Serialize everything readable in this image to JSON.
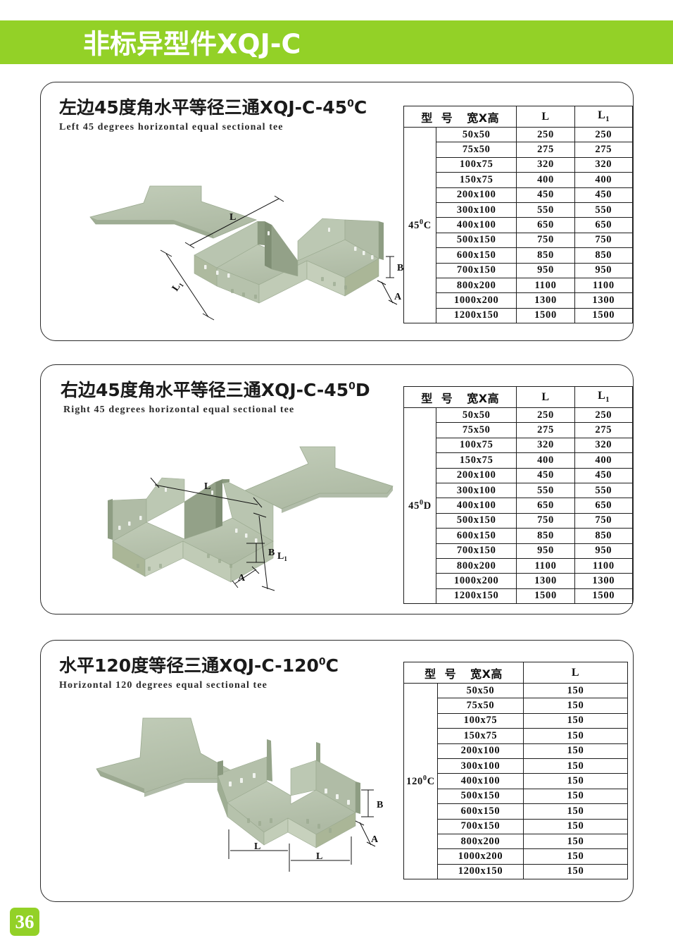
{
  "header": {
    "title": "非标异型件XQJ-C",
    "accent_color": "#93d127"
  },
  "page": {
    "number": "36",
    "badge_color": "#93d127",
    "product_color": "#b8c5b0"
  },
  "sections": [
    {
      "id": "left-45",
      "title_cn_main": "左边45度角水平等径三通XQJ-C-45",
      "title_cn_sup": "0",
      "title_cn_tail": "C",
      "title_en": "Left 45 degrees horizontal equal sectional tee",
      "figure_labels": {
        "L": "L",
        "L1": "L",
        "L1_sub": "1",
        "A": "A",
        "B": "B"
      },
      "table": {
        "headers": {
          "model": "型",
          "model2": "号",
          "size": "宽X高",
          "l": "L",
          "l1": "L",
          "l1_sub": "1"
        },
        "angle_main": "45",
        "angle_sup": "0",
        "angle_tail": "C",
        "rows": [
          {
            "size": "50x50",
            "l": "250",
            "l1": "250"
          },
          {
            "size": "75x50",
            "l": "275",
            "l1": "275"
          },
          {
            "size": "100x75",
            "l": "320",
            "l1": "320"
          },
          {
            "size": "150x75",
            "l": "400",
            "l1": "400"
          },
          {
            "size": "200x100",
            "l": "450",
            "l1": "450"
          },
          {
            "size": "300x100",
            "l": "550",
            "l1": "550"
          },
          {
            "size": "400x100",
            "l": "650",
            "l1": "650"
          },
          {
            "size": "500x150",
            "l": "750",
            "l1": "750"
          },
          {
            "size": "600x150",
            "l": "850",
            "l1": "850"
          },
          {
            "size": "700x150",
            "l": "950",
            "l1": "950"
          },
          {
            "size": "800x200",
            "l": "1100",
            "l1": "1100"
          },
          {
            "size": "1000x200",
            "l": "1300",
            "l1": "1300"
          },
          {
            "size": "1200x150",
            "l": "1500",
            "l1": "1500"
          }
        ]
      }
    },
    {
      "id": "right-45",
      "title_cn_main": "右边45度角水平等径三通XQJ-C-45",
      "title_cn_sup": "0",
      "title_cn_tail": "D",
      "title_en": "Right 45 degrees horizontal equal sectional tee",
      "figure_labels": {
        "L": "L",
        "L1": "L",
        "L1_sub": "1",
        "A": "A",
        "B": "B"
      },
      "table": {
        "headers": {
          "model": "型",
          "model2": "号",
          "size": "宽X高",
          "l": "L",
          "l1": "L",
          "l1_sub": "1"
        },
        "angle_main": "45",
        "angle_sup": "0",
        "angle_tail": "D",
        "rows": [
          {
            "size": "50x50",
            "l": "250",
            "l1": "250"
          },
          {
            "size": "75x50",
            "l": "275",
            "l1": "275"
          },
          {
            "size": "100x75",
            "l": "320",
            "l1": "320"
          },
          {
            "size": "150x75",
            "l": "400",
            "l1": "400"
          },
          {
            "size": "200x100",
            "l": "450",
            "l1": "450"
          },
          {
            "size": "300x100",
            "l": "550",
            "l1": "550"
          },
          {
            "size": "400x100",
            "l": "650",
            "l1": "650"
          },
          {
            "size": "500x150",
            "l": "750",
            "l1": "750"
          },
          {
            "size": "600x150",
            "l": "850",
            "l1": "850"
          },
          {
            "size": "700x150",
            "l": "950",
            "l1": "950"
          },
          {
            "size": "800x200",
            "l": "1100",
            "l1": "1100"
          },
          {
            "size": "1000x200",
            "l": "1300",
            "l1": "1300"
          },
          {
            "size": "1200x150",
            "l": "1500",
            "l1": "1500"
          }
        ]
      }
    },
    {
      "id": "horizontal-120",
      "title_cn_main": "水平120度等径三通XQJ-C-120",
      "title_cn_sup": "0",
      "title_cn_tail": "C",
      "title_en": "Horizontal 120 degrees equal sectional tee",
      "figure_labels": {
        "L_left": "L",
        "L_right": "L",
        "A": "A",
        "B": "B"
      },
      "table": {
        "headers": {
          "model": "型",
          "model2": "号",
          "size": "宽X高",
          "l": "L"
        },
        "angle_main": "120",
        "angle_sup": "0",
        "angle_tail": "C",
        "rows": [
          {
            "size": "50x50",
            "l": "150"
          },
          {
            "size": "75x50",
            "l": "150"
          },
          {
            "size": "100x75",
            "l": "150"
          },
          {
            "size": "150x75",
            "l": "150"
          },
          {
            "size": "200x100",
            "l": "150"
          },
          {
            "size": "300x100",
            "l": "150"
          },
          {
            "size": "400x100",
            "l": "150"
          },
          {
            "size": "500x150",
            "l": "150"
          },
          {
            "size": "600x150",
            "l": "150"
          },
          {
            "size": "700x150",
            "l": "150"
          },
          {
            "size": "800x200",
            "l": "150"
          },
          {
            "size": "1000x200",
            "l": "150"
          },
          {
            "size": "1200x150",
            "l": "150"
          }
        ]
      }
    }
  ]
}
